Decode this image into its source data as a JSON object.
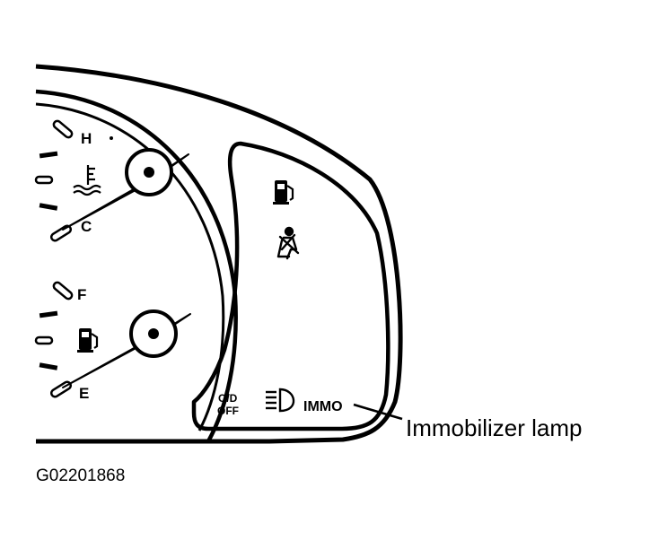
{
  "gauges": {
    "temperature": {
      "hot_label": "H",
      "cold_label": "C",
      "icon": "coolant-temperature-icon"
    },
    "fuel": {
      "full_label": "F",
      "empty_label": "E",
      "icon": "fuel-pump-icon"
    }
  },
  "indicators": {
    "low_fuel_icon": "fuel-pump-icon",
    "seatbelt_icon": "seatbelt-warning-icon",
    "od_off_line1": "O/D",
    "od_off_line2": "OFF",
    "headlight_icon": "headlight-high-beam-icon",
    "immo_label": "IMMO"
  },
  "callout": {
    "label": "Immobilizer lamp"
  },
  "figure_id": "G02201868",
  "colors": {
    "ink": "#000000",
    "paper": "#ffffff"
  }
}
